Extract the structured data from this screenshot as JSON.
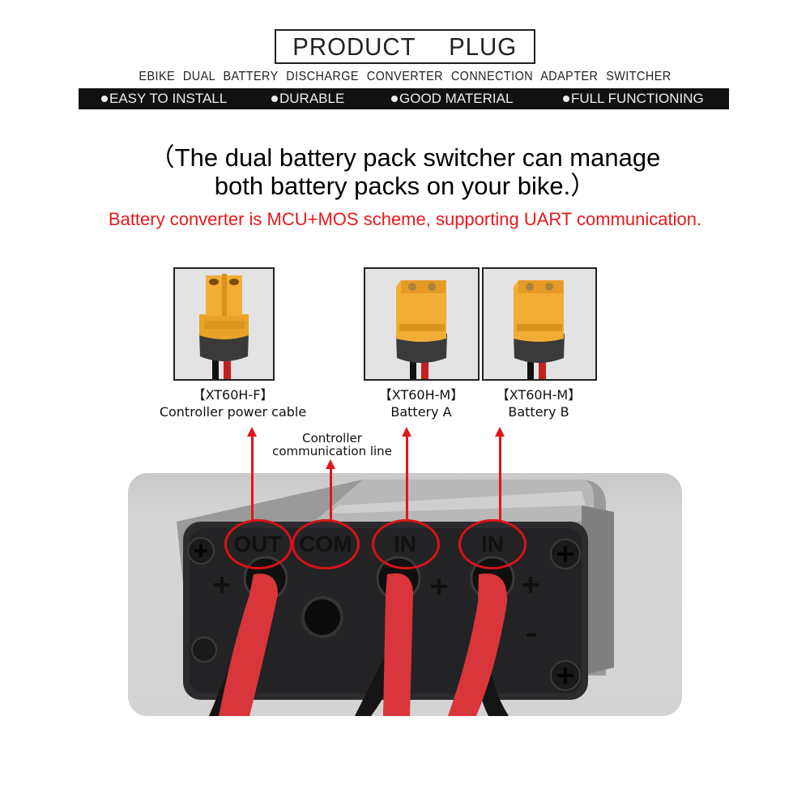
{
  "header": {
    "title": "PRODUCT  PLUG",
    "subtitle": "EBIKE DUAL BATTERY DISCHARGE CONVERTER CONNECTION ADAPTER SWITCHER",
    "features": [
      "EASY TO INSTALL",
      "DURABLE",
      "GOOD MATERIAL",
      "FULL FUNCTIONING"
    ]
  },
  "description": {
    "line1": "（The dual battery pack switcher can manage",
    "line2": "both battery packs on your bike.）",
    "note": "Battery converter is MCU+MOS scheme, supporting UART communication.",
    "note_color": "#e8191c"
  },
  "connectors": [
    {
      "model": "【XT60H-F】",
      "label": "Controller power cable",
      "type": "female"
    },
    {
      "model": "【XT60H-M】",
      "label": "Battery  A",
      "type": "male"
    },
    {
      "model": "【XT60H-M】",
      "label": "Battery  B",
      "type": "male"
    }
  ],
  "com_label": {
    "line1": "Controller",
    "line2": "communication line"
  },
  "ports": [
    "OUT",
    "COM",
    "IN",
    "IN"
  ],
  "polarity": {
    "plus": "+",
    "minus": "-"
  },
  "colors": {
    "accent_red": "#e3141a",
    "connector_yellow": "#f2a72e",
    "band_black": "#111111"
  }
}
